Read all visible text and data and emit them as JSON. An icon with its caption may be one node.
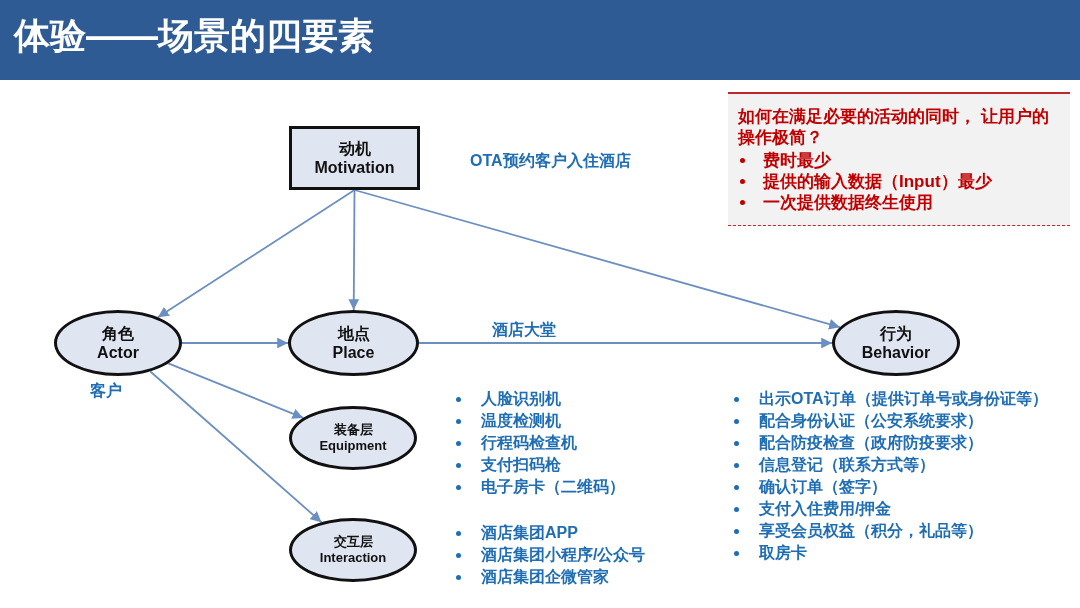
{
  "diagram": {
    "title": "体验——场景的四要素",
    "nodes": [
      {
        "text": [
          "动机",
          "Motivation"
        ],
        "beside": [
          "OTA预约客户入住酒店"
        ]
      },
      {
        "text": [
          "如何在满足必要的活动的同时， 让用户的操作极简？",
          "费时最少",
          "提供的输入数据（Input）最少",
          "一次提供数据终生使用"
        ]
      },
      {
        "text": [
          "角色",
          "Actor"
        ],
        "beside": [
          "客户"
        ]
      },
      {
        "text": [
          "地点",
          "Place"
        ]
      },
      {
        "text": [
          "行为",
          "Behavior"
        ],
        "beside": [
          "出示OTA订单（提供订单号或身份证等）",
          "配合身份认证（公安系统要求）",
          "配合防疫检查（政府防疫要求）",
          "信息登记（联系方式等）",
          "确认订单（签字）",
          "支付入住费用/押金",
          "享受会员权益（积分，礼品等）",
          "取房卡"
        ]
      },
      {
        "text": [
          "装备层",
          "Equipment"
        ],
        "beside": [
          "人脸识别机",
          "温度检测机",
          "行程码检查机",
          "支付扫码枪",
          "电子房卡（二维码）"
        ]
      },
      {
        "text": [
          "交互层",
          "Interaction"
        ],
        "beside": [
          "酒店集团APP",
          "酒店集团小程序/公众号",
          "酒店集团企微管家"
        ]
      }
    ],
    "edges": [
      {
        "from": 0,
        "to": 2,
        "arrow": "to"
      },
      {
        "from": 0,
        "to": 3,
        "arrow": "to"
      },
      {
        "from": 0,
        "to": 4,
        "arrow": "to"
      },
      {
        "from": 2,
        "to": 3,
        "arrow": "to"
      },
      {
        "from": 3,
        "to": 4,
        "arrow": "to",
        "label": "酒店大堂"
      },
      {
        "from": 2,
        "to": 5,
        "arrow": "to"
      },
      {
        "from": 2,
        "to": 6,
        "arrow": "to"
      }
    ]
  }
}
